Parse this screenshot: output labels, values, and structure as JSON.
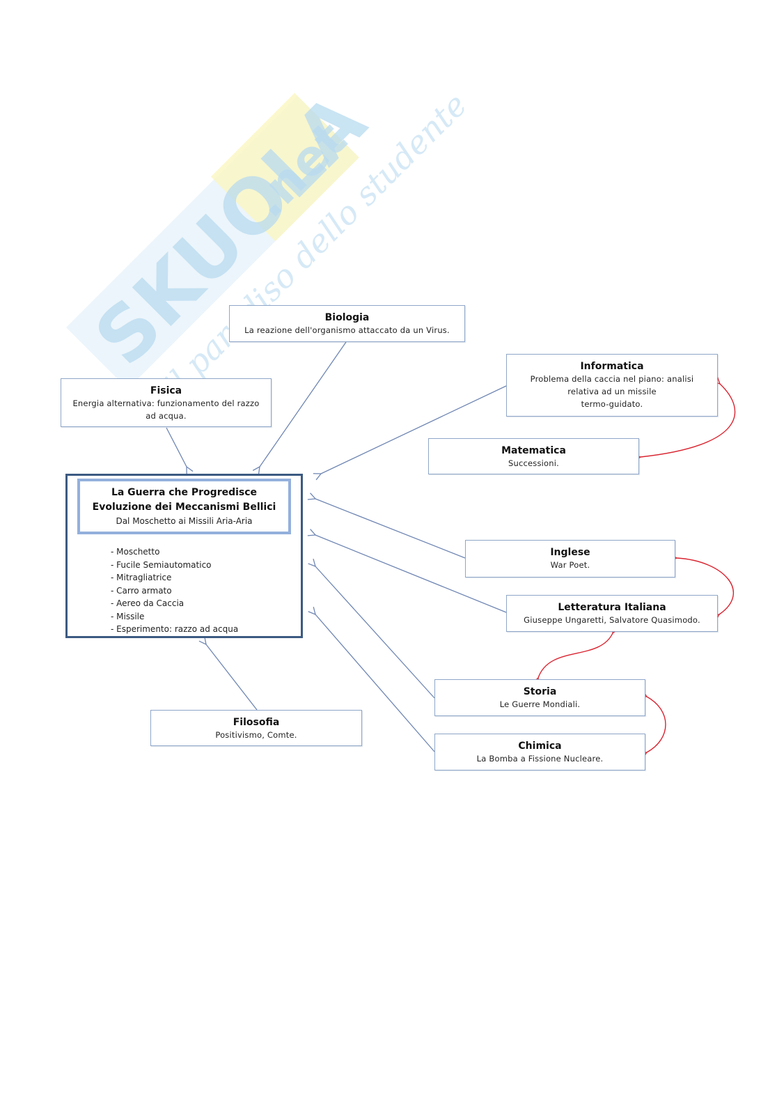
{
  "watermark": {
    "brand": "SKUOLA",
    "brand_suffix": ".net",
    "tagline": "il paradiso dello studente",
    "colors": {
      "brand": "#b3daf0",
      "suffix_bg": "#fbf6b4",
      "tagline": "#c9e4f4"
    }
  },
  "colors": {
    "node_border": "#8ea6c8",
    "central_border": "#3c5a82",
    "central_head_border": "#94b0dc",
    "arrow_blue": "#6f86b3",
    "arrow_red": "#d9232f"
  },
  "central": {
    "title_line1": "La Guerra che Progredisce",
    "title_line2": "Evoluzione dei Meccanismi Bellici",
    "subtitle": "Dal Moschetto ai Missili Aria-Aria",
    "items": [
      "- Moschetto",
      "- Fucile Semiautomatico",
      "- Mitragliatrice",
      "- Carro armato",
      "- Aereo da Caccia",
      "- Missile",
      "- Esperimento: razzo ad acqua"
    ]
  },
  "nodes": {
    "biologia": {
      "title": "Biologia",
      "desc": "La reazione dell'organismo attaccato da un Virus."
    },
    "fisica": {
      "title": "Fisica",
      "desc_line1": "Energia alternativa: funzionamento del razzo",
      "desc_line2": "ad acqua."
    },
    "informatica": {
      "title": "Informatica",
      "desc_line1": "Problema della caccia nel piano: analisi",
      "desc_line2": "relativa ad un missile",
      "desc_line3": "termo-guidato."
    },
    "matematica": {
      "title": "Matematica",
      "desc": "Successioni."
    },
    "inglese": {
      "title": "Inglese",
      "desc": "War Poet."
    },
    "letteratura": {
      "title": "Letteratura Italiana",
      "desc": "Giuseppe Ungaretti, Salvatore Quasimodo."
    },
    "storia": {
      "title": "Storia",
      "desc": "Le Guerre Mondiali."
    },
    "chimica": {
      "title": "Chimica",
      "desc": "La Bomba a Fissione Nucleare."
    },
    "filosofia": {
      "title": "Filosofia",
      "desc": "Positivismo, Comte."
    }
  },
  "links": {
    "to_central": [
      "fisica",
      "biologia",
      "informatica",
      "inglese",
      "letteratura",
      "storia",
      "chimica",
      "filosofia"
    ],
    "bidirectional": [
      [
        "informatica",
        "matematica"
      ],
      [
        "inglese",
        "letteratura"
      ],
      [
        "letteratura",
        "storia"
      ],
      [
        "storia",
        "chimica"
      ]
    ]
  }
}
